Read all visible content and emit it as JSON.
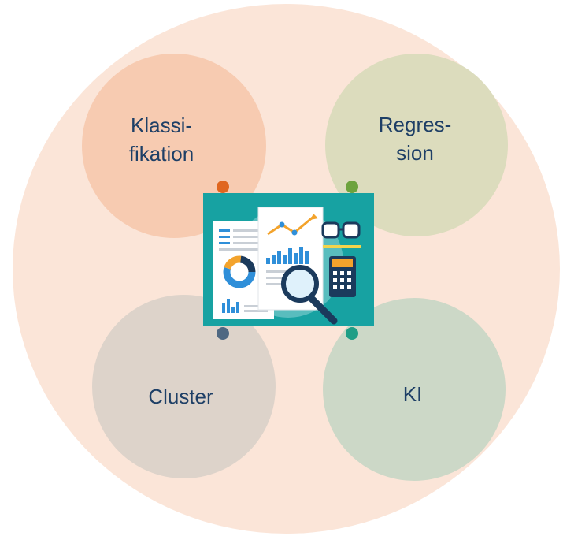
{
  "diagram": {
    "nodes": [
      {
        "id": "klassifikation",
        "label": "Klassi-\nfikation",
        "color": "#f7cbb1",
        "dot_color": "#e0661f"
      },
      {
        "id": "regression",
        "label": "Regres-\nsion",
        "color": "#dcdcbd",
        "dot_color": "#6da33d"
      },
      {
        "id": "cluster",
        "label": "Cluster",
        "color": "#ddd3ca",
        "dot_color": "#4f6882"
      },
      {
        "id": "ki",
        "label": "KI",
        "color": "#ccd8c7",
        "dot_color": "#1f9e86"
      }
    ],
    "background_color": "#fbe5d8",
    "center_icon": "data-analysis-illustration",
    "text_color": "#1e3f66"
  }
}
